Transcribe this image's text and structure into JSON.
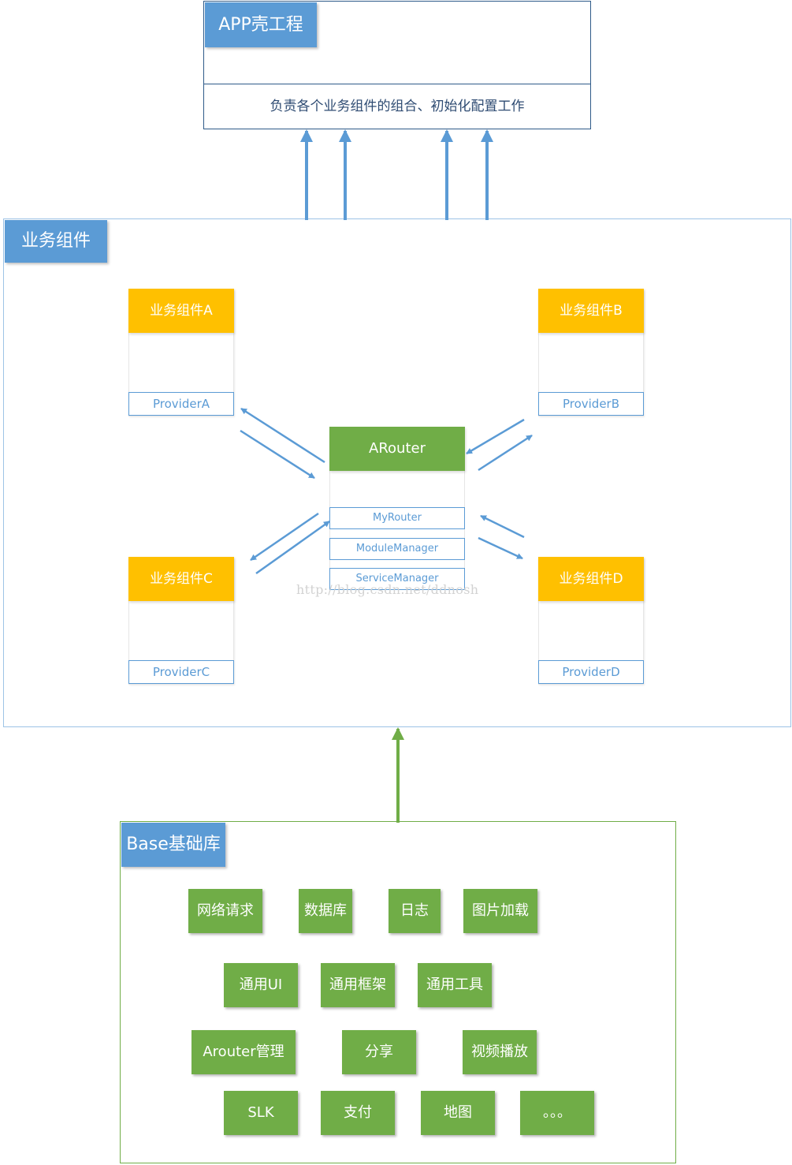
{
  "app_shell": {
    "title": "APP壳工程",
    "description": "负责各个业务组件的组合、初始化配置工作"
  },
  "business": {
    "title": "业务组件",
    "components": [
      {
        "name": "业务组件A",
        "provider": "ProviderA"
      },
      {
        "name": "业务组件B",
        "provider": "ProviderB"
      },
      {
        "name": "业务组件C",
        "provider": "ProviderC"
      },
      {
        "name": "业务组件D",
        "provider": "ProviderD"
      }
    ],
    "router": {
      "title": "ARouter",
      "items": [
        "MyRouter",
        "ModuleManager",
        "ServiceManager"
      ]
    },
    "watermark": "http://blog.csdn.net/ddnosh"
  },
  "base": {
    "title": "Base基础库",
    "libs": [
      "网络请求",
      "数据库",
      "日志",
      "图片加载",
      "通用UI",
      "通用框架",
      "通用工具",
      "Arouter管理",
      "分享",
      "视频播放",
      "SLK",
      "支付",
      "地图",
      "。。。"
    ]
  },
  "colors": {
    "blue_accent": "#5b9bd5",
    "component_yellow": "#ffc000",
    "green": "#70ad47",
    "dark_border": "#2e5a89"
  }
}
